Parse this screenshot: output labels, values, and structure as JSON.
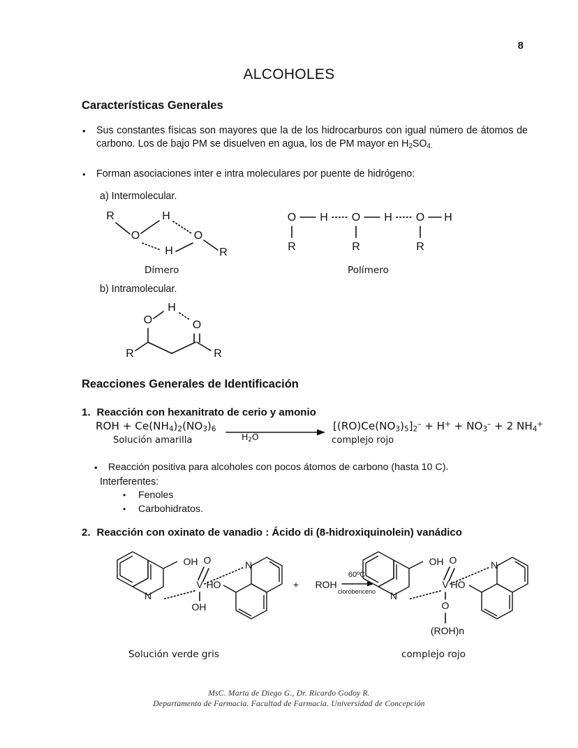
{
  "page": {
    "number": "8",
    "title": "ALCOHOLES"
  },
  "sections": {
    "caracteristicas": "Características Generales",
    "reacciones": "Reacciones Generales de Identificación"
  },
  "bullets": {
    "b1_text_a": "Sus constantes físicas son mayores que la de los hidrocarburos con igual número de átomos de carbono.  Los de bajo PM se disuelven en agua, los de PM mayor en H",
    "b1_sub1": "2",
    "b1_mid": "SO",
    "b1_sub2": "4.",
    "b2": "Forman asociaciones inter e intra moleculares por puente de hidrógeno:",
    "b3": "Reacción positiva para alcoholes con pocos átomos de carbono (hasta 10 C).",
    "dot": "•"
  },
  "labels": {
    "a_intermolecular": "a) Intermolecular.",
    "b_intramolecular": "b) Intramolecular.",
    "interferentes": "Interferentes:"
  },
  "interferentes_list": [
    "Fenoles",
    "Carbohidratos."
  ],
  "reaction1": {
    "number": "1.",
    "heading": "Reacción con hexanitrato de cerio y amonio",
    "left_parts": [
      {
        "t": "ROH  +  Ce(NH"
      },
      {
        "t": "4",
        "sub": true
      },
      {
        "t": ")"
      },
      {
        "t": "2",
        "sub": true
      },
      {
        "t": "(NO"
      },
      {
        "t": "3",
        "sub": true
      },
      {
        "t": ")"
      },
      {
        "t": "6",
        "sub": true
      }
    ],
    "catalyst_main": "H",
    "catalyst_sub": "2",
    "catalyst_tail": "O",
    "right_parts": [
      {
        "t": "[(RO)Ce(NO"
      },
      {
        "t": "3",
        "sub": true
      },
      {
        "t": ")"
      },
      {
        "t": "5",
        "sub": true
      },
      {
        "t": "]"
      },
      {
        "t": "2",
        "sub": true
      },
      {
        "t": "–",
        "sup": true
      },
      {
        "t": "  +  H"
      },
      {
        "t": "+",
        "sup": true
      },
      {
        "t": "  +  NO"
      },
      {
        "t": "3",
        "sub": true
      },
      {
        "t": "–",
        "sup": true
      },
      {
        "t": "  +  2 NH"
      },
      {
        "t": "4",
        "sub": true
      },
      {
        "t": "+",
        "sup": true
      }
    ],
    "left_caption": "Solución amarilla",
    "right_caption": "complejo rojo"
  },
  "reaction2": {
    "number": "2.",
    "heading": "Reacción con oxinato de vanadio : Ácido di (8-hidroxiquinolein) vanádico",
    "plus": "+",
    "reagent": "ROH",
    "arrow_above": "60ºC",
    "arrow_below": "clorobenceno",
    "left_caption": "Solución verde gris",
    "right_caption": "complejo rojo",
    "roh_n": "(ROH)n",
    "atoms": {
      "O": "O",
      "H": "H",
      "N": "N",
      "V": "V",
      "OH": "OH",
      "HO": "HO",
      "R": "R"
    }
  },
  "diagram_captions": {
    "dimero": "Dímero",
    "polimero": "Polímero"
  },
  "footer": {
    "line1": "MsC.  Marta de Diego G.,  Dr. Ricardo Godoy R.",
    "line2": "Departamento de Farmacia. Facultad de Farmacia. Universidad de Concepción"
  }
}
